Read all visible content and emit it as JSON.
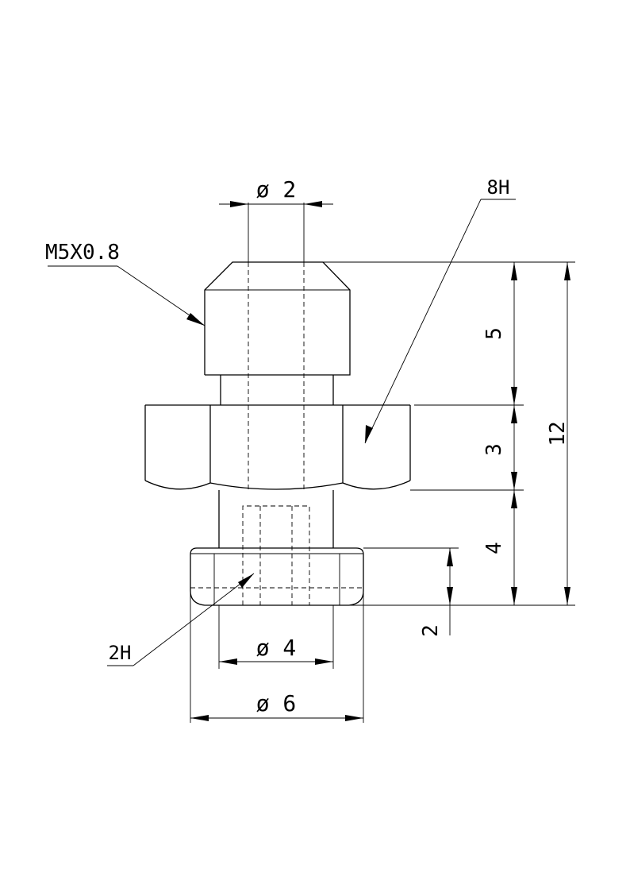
{
  "drawing": {
    "thread_callout": "M5X0.8",
    "top_diameter": "ø 2",
    "hex_callout": "8H",
    "base_callout": "2H",
    "shank_diameter": "ø 4",
    "base_diameter": "ø 6",
    "dim_top_height": "5",
    "dim_hex_height": "3",
    "dim_shank_height": "4",
    "dim_total_height": "12",
    "dim_base_height": "2"
  }
}
